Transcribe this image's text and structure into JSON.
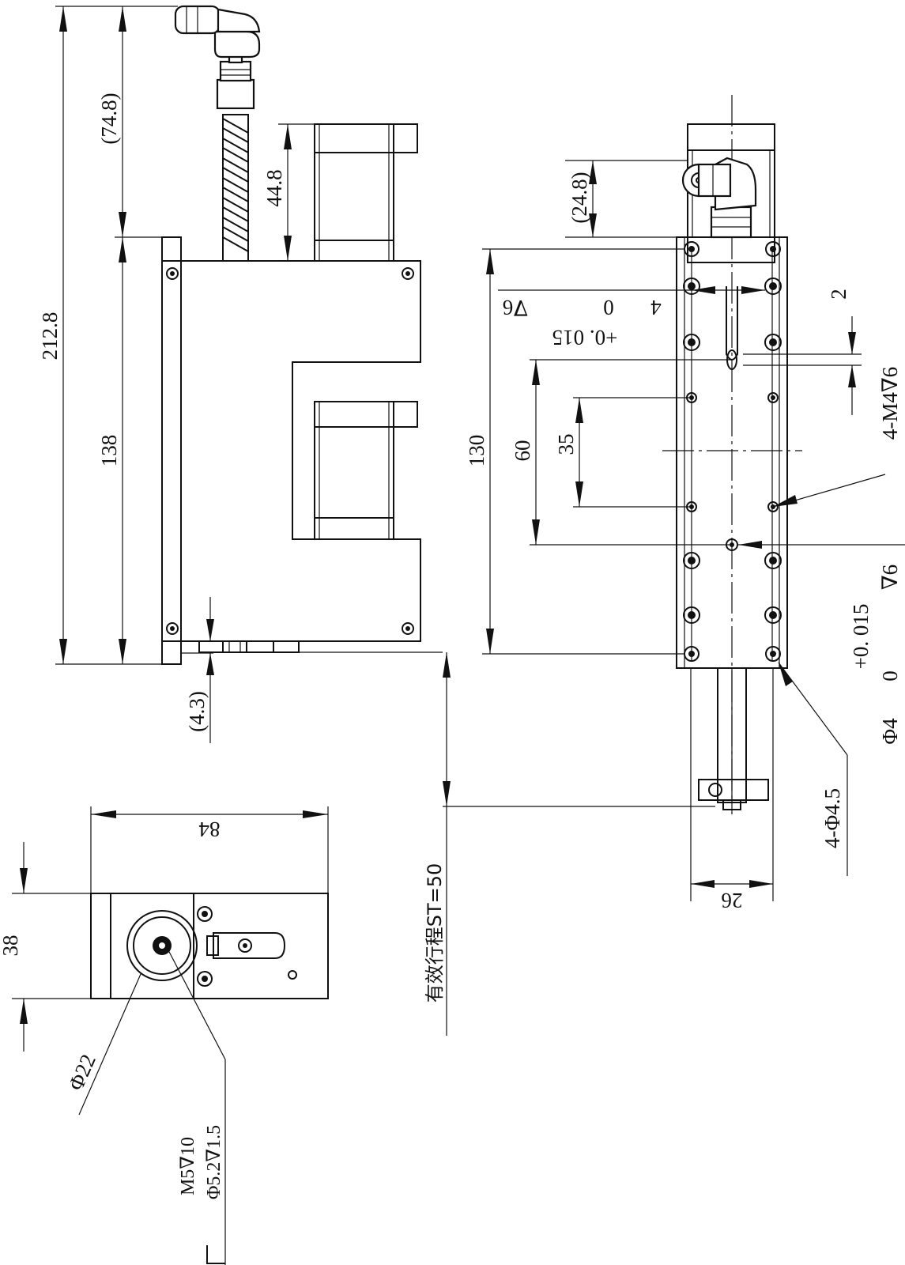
{
  "dimensions": {
    "overall_length": "212.8",
    "tube_height": "(74.8)",
    "body_length": "138",
    "motor_height": "44.8",
    "end_offset": "(4.3)",
    "width": "84",
    "depth": "38",
    "bore_dia": "Φ22",
    "thread_note_1": "M5∇10",
    "thread_note_2": "Φ5.2∇1.5",
    "stroke_label": "有效行程ST=50",
    "fitting_offset": "(24.8)",
    "hole_spacing_1": "130",
    "hole_spacing_2": "60",
    "hole_spacing_3": "35",
    "slot_width": "2",
    "pin_tol_top_1": "4",
    "pin_tol_top_2": "0",
    "pin_tol_top_3": "+0. 015",
    "pin_tol_top_depth": "∇6",
    "tapped_holes": "4-M4∇6",
    "pin_tol_bottom_1": "Φ4",
    "pin_tol_bottom_2": "0",
    "pin_tol_bottom_3": "+0. 015",
    "pin_tol_bottom_depth": "∇6",
    "through_holes": "4-Φ4.5",
    "rod_width": "26"
  }
}
